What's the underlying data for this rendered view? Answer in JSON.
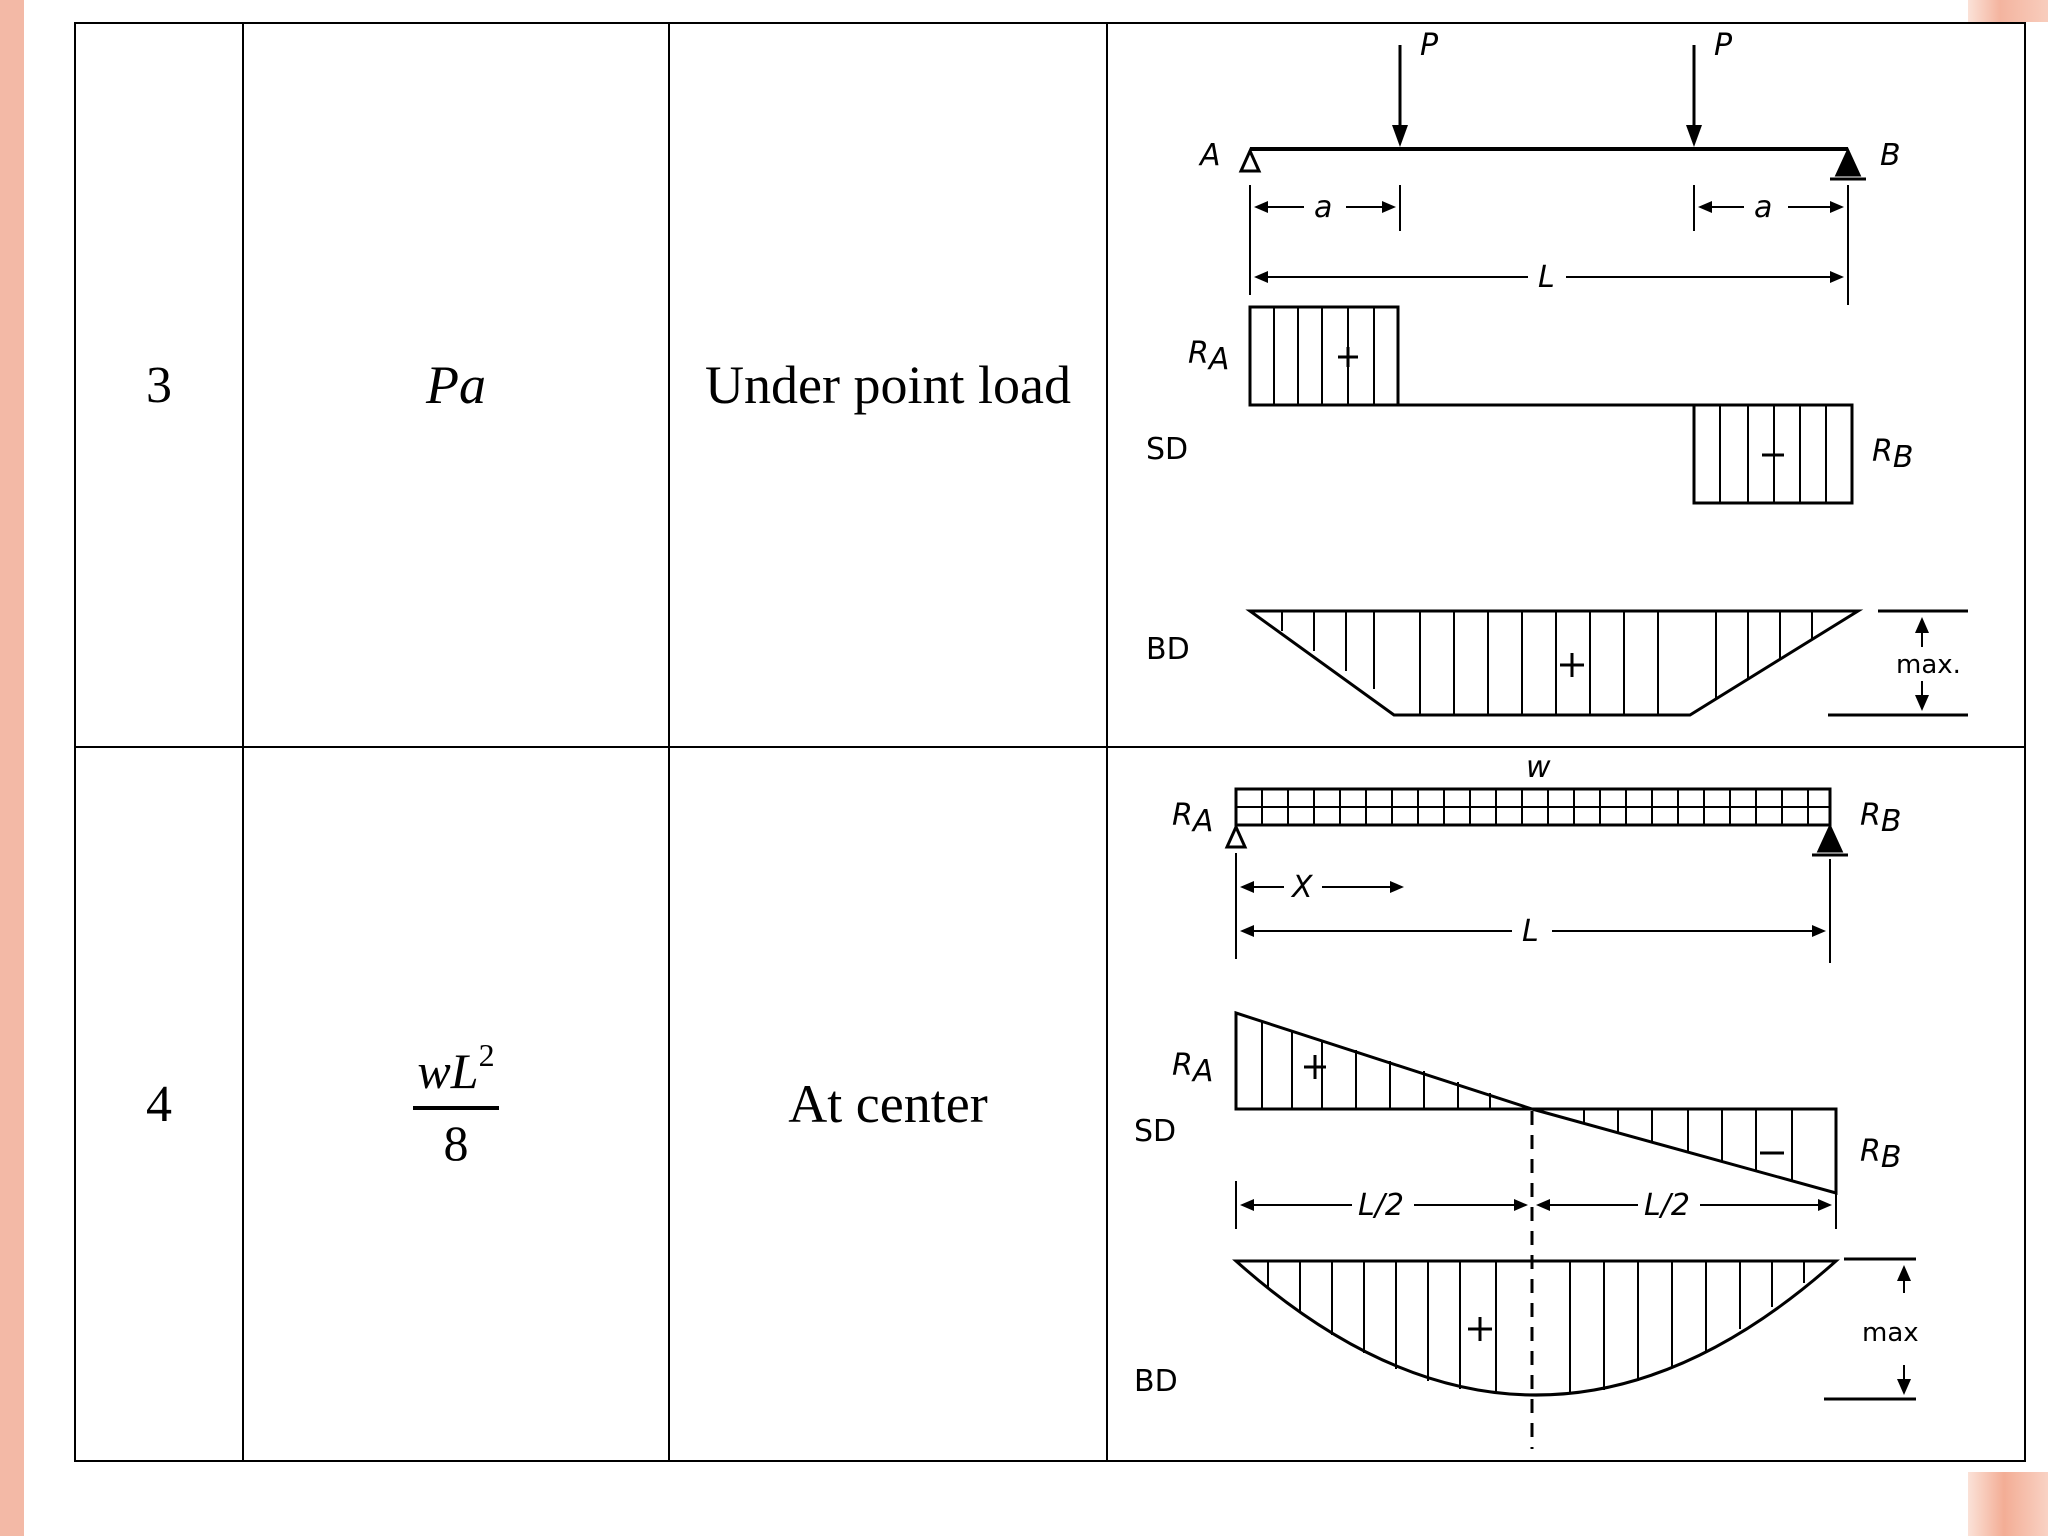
{
  "rows": [
    {
      "number": "3",
      "max_moment": "Pa",
      "location": "Under point load",
      "diagram": {
        "load_top_left": "P",
        "load_top_right": "P",
        "support_left": "A",
        "support_right": "B",
        "dim_a_left": "a",
        "dim_a_right": "a",
        "dim_span": "L",
        "shear_reaction_left": "R",
        "shear_reaction_left_sub": "A",
        "shear_reaction_right": "R",
        "shear_reaction_right_sub": "B",
        "shear_label": "SD",
        "bending_label": "BD",
        "max_label": "max."
      }
    },
    {
      "number": "4",
      "max_moment_numerator": "wL",
      "max_moment_exponent": "2",
      "max_moment_denominator": "8",
      "location": "At center",
      "diagram": {
        "load_label": "w",
        "reaction_left": "R",
        "reaction_left_sub": "A",
        "reaction_right": "R",
        "reaction_right_sub": "B",
        "dim_x": "X",
        "dim_span": "L",
        "shear_reaction_left": "R",
        "shear_reaction_left_sub": "A",
        "shear_reaction_right": "R",
        "shear_reaction_right_sub": "B",
        "shear_label": "SD",
        "dim_half_left": "L/2",
        "dim_half_right": "L/2",
        "bending_label": "BD",
        "max_label": "max"
      }
    }
  ]
}
